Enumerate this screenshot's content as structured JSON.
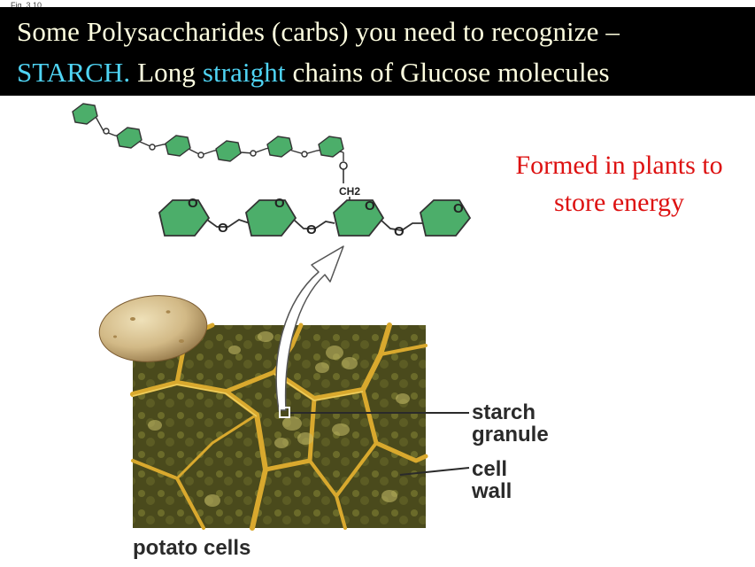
{
  "figure_label": "Fig. 3.10",
  "title": {
    "line1": "Some Polysaccharides (carbs) you need to recognize –",
    "line2_highlight1": "STARCH.",
    "line2_text1": " Long ",
    "line2_highlight2": "straight",
    "line2_text2": " chains of Glucose molecules"
  },
  "side_note": "Formed in plants to store energy",
  "diagram": {
    "ring_atom": "O",
    "bridge_atom": "O",
    "branch_group": "CH2",
    "labels": {
      "starch_granule_line1": "starch",
      "starch_granule_line2": "granule",
      "cell_wall_line1": "cell",
      "cell_wall_line2": "wall",
      "caption": "potato cells"
    }
  },
  "colors": {
    "title_background": "#000000",
    "title_text": "#ffffe0",
    "highlight": "#4fd4f4",
    "note_text": "#dd1111",
    "glucose_fill": "#4cae6a"
  }
}
